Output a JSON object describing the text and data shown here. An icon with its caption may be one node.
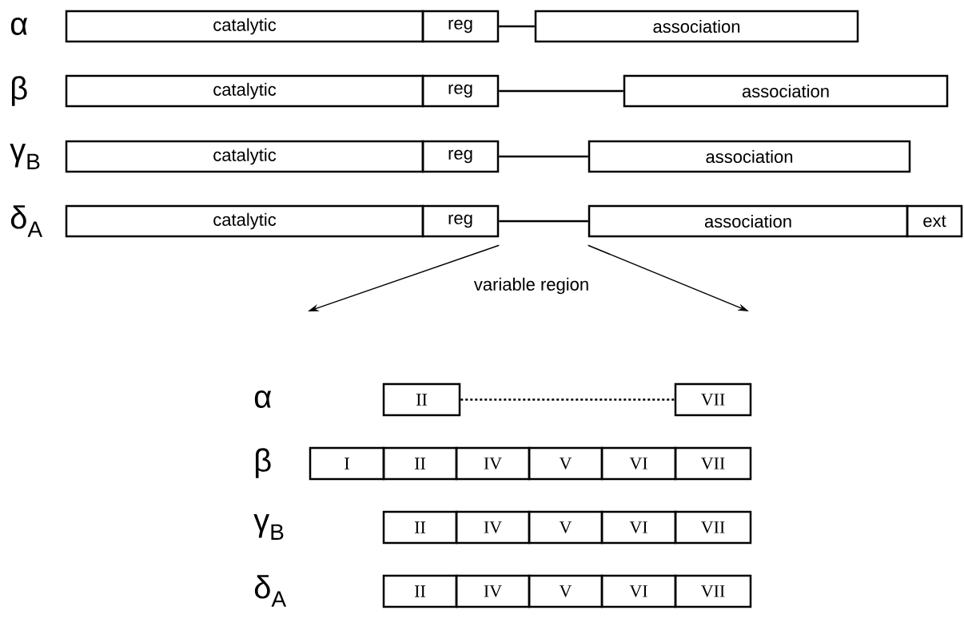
{
  "diagram": {
    "nodes": [
      {
        "text": [
          "catalytic"
        ]
      },
      {
        "text": [
          "reg"
        ]
      },
      {
        "text": [
          "association"
        ]
      },
      {
        "text": [
          "catalytic"
        ]
      },
      {
        "text": [
          "reg"
        ]
      },
      {
        "text": [
          "association"
        ]
      },
      {
        "text": [
          "catalytic"
        ]
      },
      {
        "text": [
          "reg"
        ]
      },
      {
        "text": [
          "association"
        ]
      },
      {
        "text": [
          "catalytic"
        ]
      },
      {
        "text": [
          "reg"
        ]
      },
      {
        "text": [
          "association"
        ]
      },
      {
        "text": [
          "ext"
        ]
      },
      {
        "text": [
          "II"
        ]
      },
      {
        "text": [
          "VII"
        ]
      },
      {
        "text": [
          "I"
        ]
      },
      {
        "text": [
          "II"
        ]
      },
      {
        "text": [
          "IV"
        ]
      },
      {
        "text": [
          "V"
        ]
      },
      {
        "text": [
          "VI"
        ]
      },
      {
        "text": [
          "VII"
        ]
      },
      {
        "text": [
          "II"
        ]
      },
      {
        "text": [
          "IV"
        ]
      },
      {
        "text": [
          "V"
        ]
      },
      {
        "text": [
          "VI"
        ]
      },
      {
        "text": [
          "VII"
        ]
      },
      {
        "text": [
          "II"
        ]
      },
      {
        "text": [
          "IV"
        ]
      },
      {
        "text": [
          "V"
        ]
      },
      {
        "text": [
          "VI"
        ]
      },
      {
        "text": [
          "VII"
        ]
      }
    ],
    "edges": [
      {
        "from": 1,
        "to": 2,
        "arrow": "none"
      },
      {
        "from": 4,
        "to": 5,
        "arrow": "none"
      },
      {
        "from": 7,
        "to": 8,
        "arrow": "none"
      },
      {
        "from": 10,
        "to": 11,
        "arrow": "none"
      },
      {
        "from": 10,
        "to": null,
        "arrow": "to"
      },
      {
        "from": 11,
        "to": null,
        "arrow": "to"
      },
      {
        "from": 13,
        "to": 14,
        "arrow": "none",
        "style": "dashed"
      }
    ],
    "labels": [
      "α",
      "β",
      "γ$_{B}$",
      "δ$_{A}$",
      "variable region",
      "α",
      "β",
      "γ$_{B}$",
      "δ$_{A}$"
    ]
  }
}
